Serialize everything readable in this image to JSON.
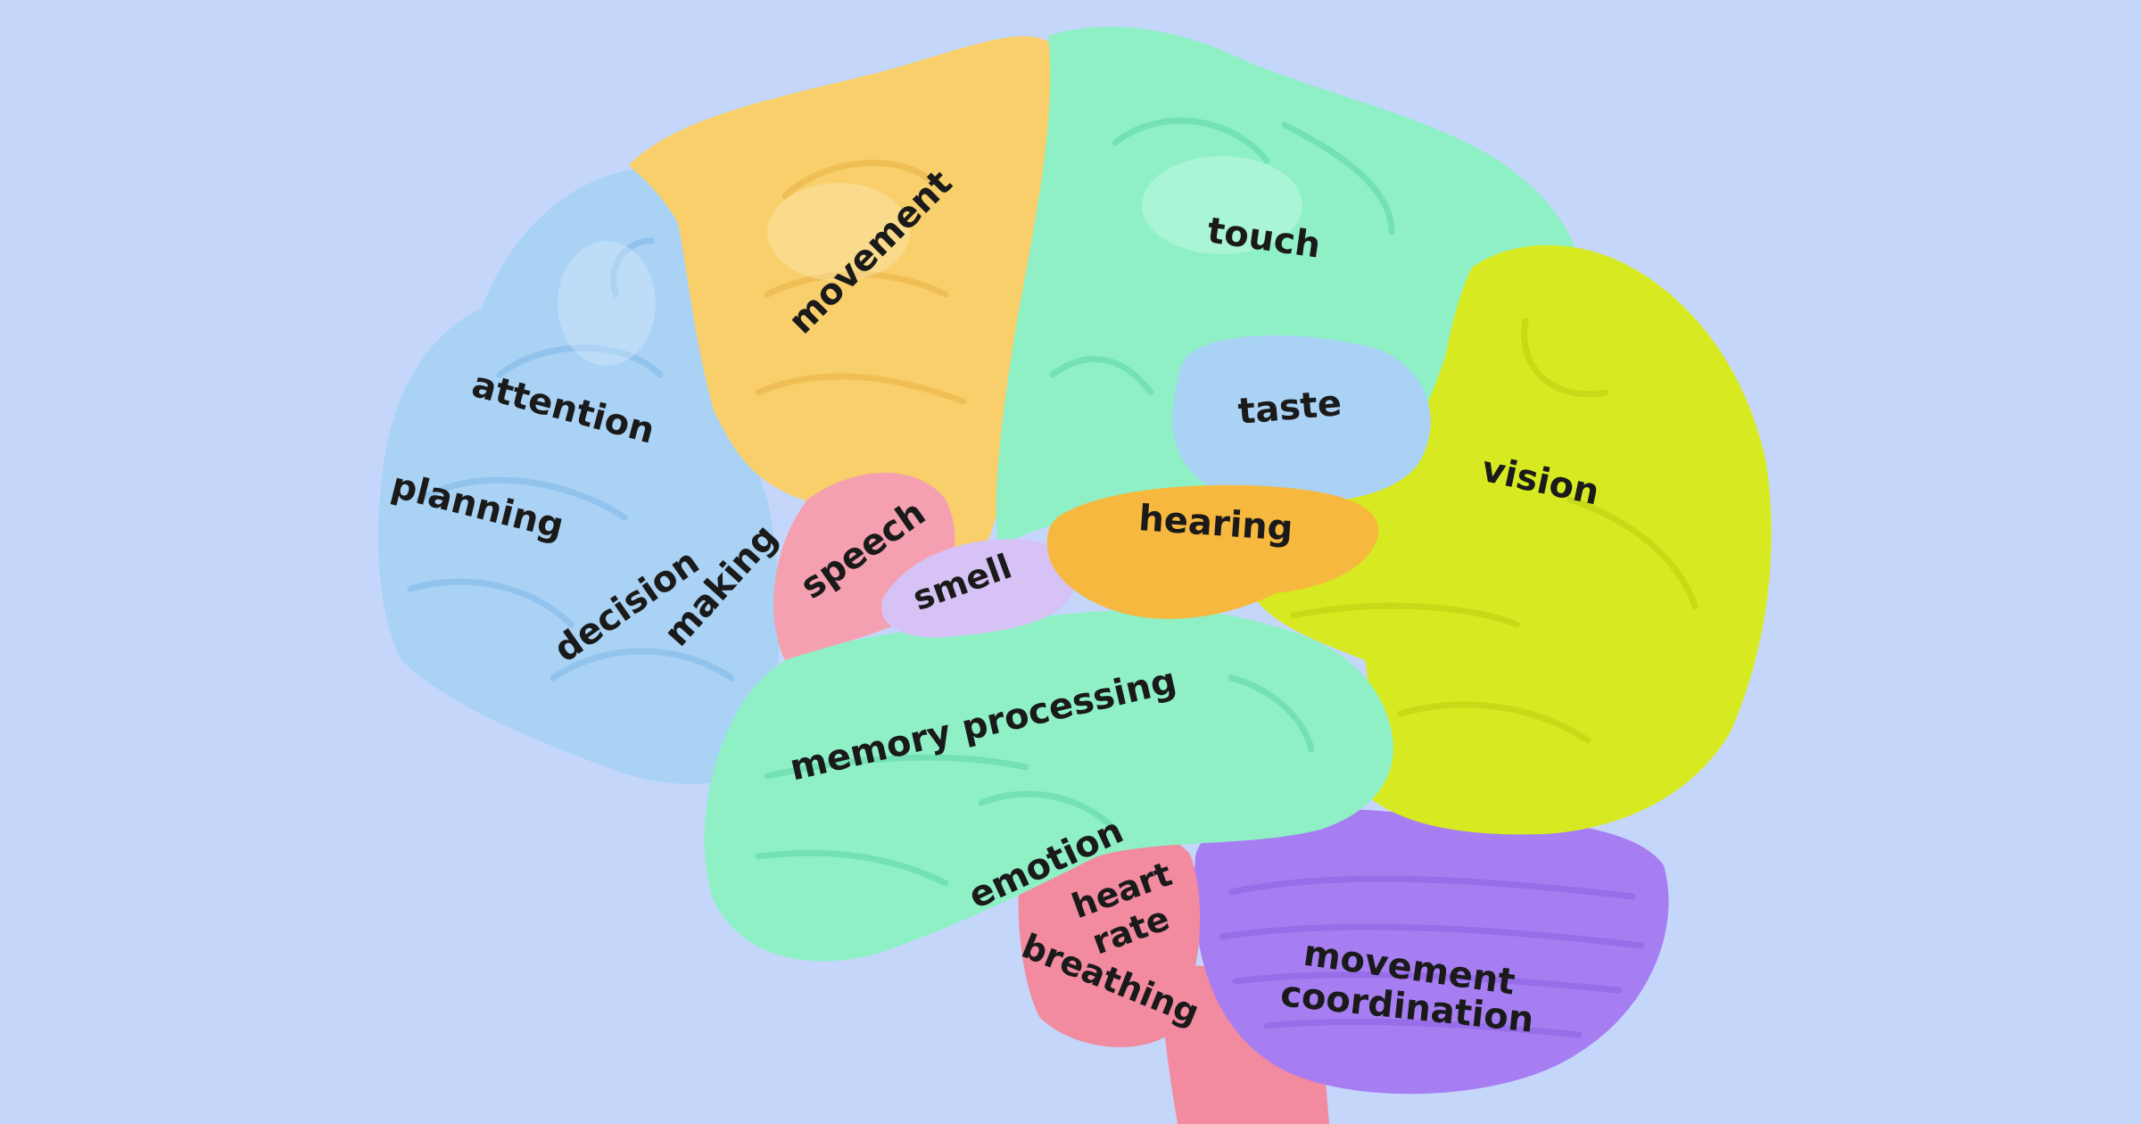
{
  "colors": {
    "background": "#c4d7fb",
    "frontal": "#a9d2f5",
    "motor": "#f8cf6b",
    "parietal": "#8ff0c6",
    "occipital": "#d7ea21",
    "temporal": "#8ff0c6",
    "broca": "#f5a0b0",
    "olfactory": "#d6c2f5",
    "auditory": "#f6b83e",
    "gustatory": "#a9d2f5",
    "cerebellum": "#a77ef2",
    "brainstem": "#f28aa0"
  },
  "labels": {
    "movement": "movement",
    "touch": "touch",
    "taste": "taste",
    "vision": "vision",
    "attention": "attention",
    "planning": "planning",
    "decision": "decision",
    "making": "making",
    "speech": "speech",
    "smell": "smell",
    "hearing": "hearing",
    "memory_processing": "memory processing",
    "emotion": "emotion",
    "heart": "heart",
    "rate": "rate",
    "breathing": "breathing",
    "movement_coordination_1": "movement",
    "movement_coordination_2": "coordination"
  }
}
